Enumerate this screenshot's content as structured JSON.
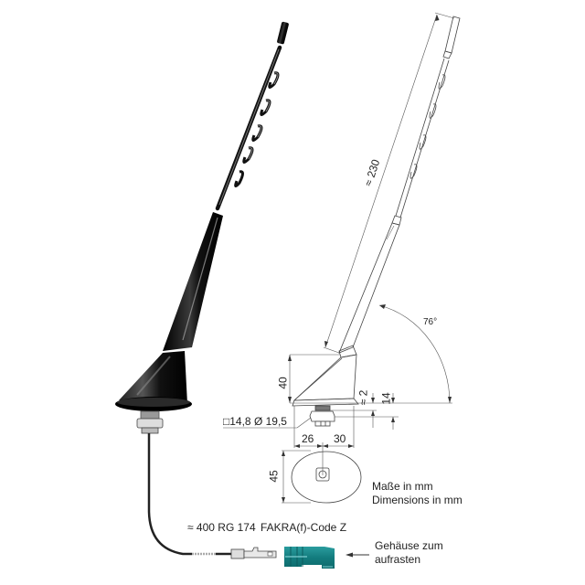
{
  "diagram": {
    "subject": "Car roof antenna with FAKRA connector",
    "colors": {
      "antenna_body": "#111111",
      "line_drawing": "#444444",
      "dimension_lines": "#555555",
      "connector": "#1a8a8c",
      "connector_highlight": "#4fb6b8",
      "nut": "#d8d8d8"
    },
    "dimensions": {
      "mast_length": "≈ 230",
      "angle": "76°",
      "base_height": "40",
      "foot_gap": "≈ 2",
      "thread_length": "14",
      "thread_size": "□14,8  Ø 19,5",
      "base_left": "26",
      "base_right": "30",
      "base_depth": "45"
    },
    "cable": {
      "length_type": "≈ 400 RG 174",
      "connector_type": "FAKRA(f)-Code Z"
    },
    "notes": {
      "units_de": "Maße in mm",
      "units_en": "Dimensions in mm",
      "housing_line1": "Gehäuse zum",
      "housing_line2": "aufrasten"
    }
  }
}
